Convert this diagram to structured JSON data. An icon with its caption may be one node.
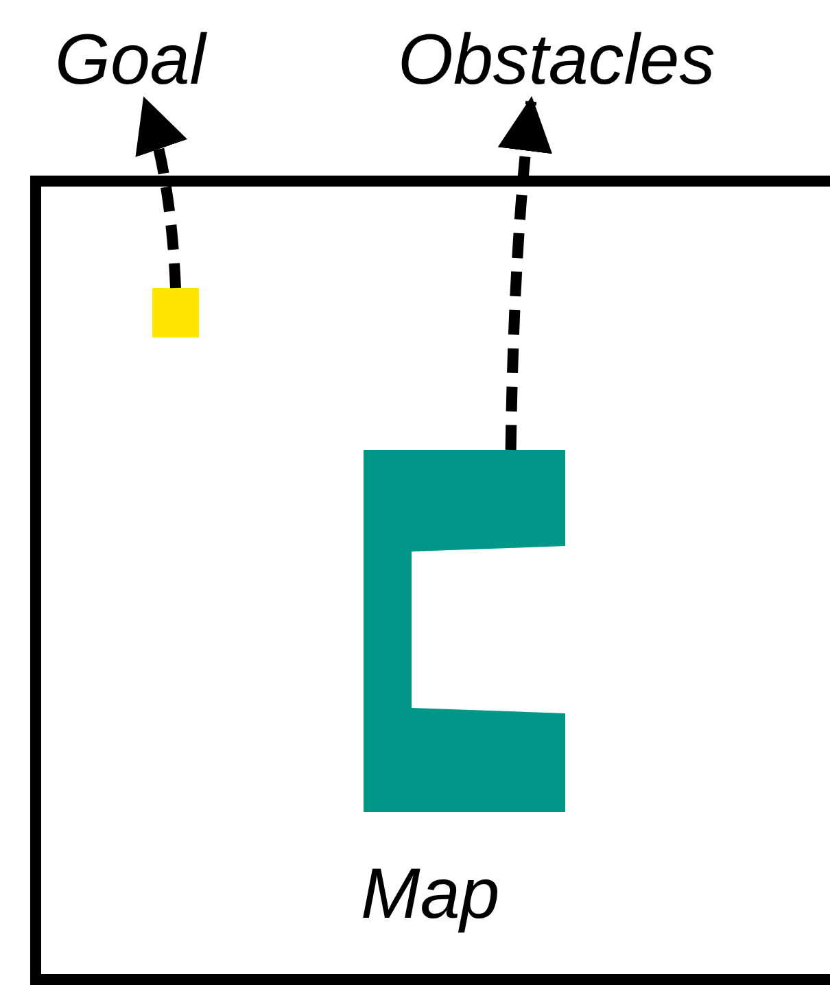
{
  "diagram": {
    "nodes": [
      {
        "text": [
          "Goal"
        ]
      },
      {
        "text": [
          "Obstacles"
        ]
      },
      {
        "text": [
          "Map"
        ]
      },
      {
        "text": [],
        "shape": "box",
        "in": 2
      },
      {
        "text": [],
        "shape": "box",
        "in": 2
      }
    ],
    "edges": [
      {
        "from": 3,
        "to": 0,
        "arrow": "to",
        "style": "dashed"
      },
      {
        "from": 4,
        "to": 1,
        "arrow": "to",
        "style": "dashed"
      }
    ]
  }
}
